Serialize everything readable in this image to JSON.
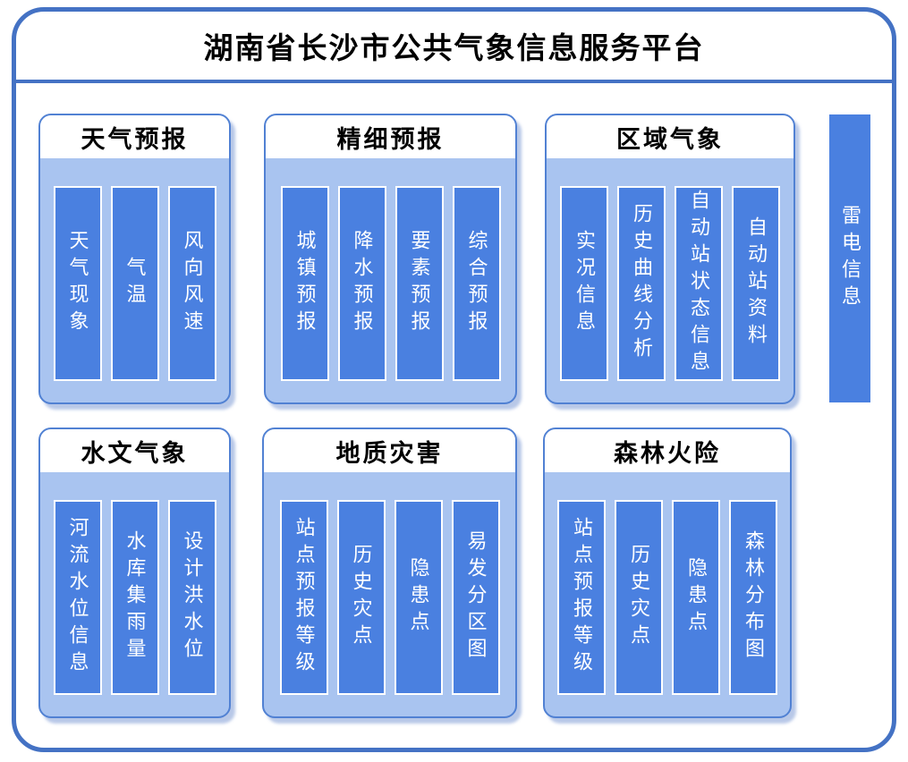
{
  "title": "湖南省长沙市公共气象信息服务平台",
  "colors": {
    "outer_border": "#4472c4",
    "panel_background": "#a9c4f0",
    "panel_border": "#5181d3",
    "bar_fill": "#4a80e0",
    "bar_border": "#ffffff",
    "header_background": "#ffffff",
    "title_text": "#000000",
    "bar_text": "#ffffff"
  },
  "panels": [
    {
      "label": "天气预报",
      "items": [
        "天气现象",
        "气温",
        "风向风速"
      ]
    },
    {
      "label": "精细预报",
      "items": [
        "城镇预报",
        "降水预报",
        "要素预报",
        "综合预报"
      ]
    },
    {
      "label": "区域气象",
      "items": [
        "实况信息",
        "历史曲线分析",
        "自动站状态信息",
        "自动站资料"
      ]
    },
    {
      "label": "水文气象",
      "items": [
        "河流水位信息",
        "水库集雨量",
        "设计洪水位"
      ]
    },
    {
      "label": "地质灾害",
      "items": [
        "站点预报等级",
        "历史灾点",
        "隐患点",
        "易发分区图"
      ]
    },
    {
      "label": "森林火险",
      "items": [
        "站点预报等级",
        "历史灾点",
        "隐患点",
        "森林分布图"
      ]
    }
  ],
  "side_bar": {
    "label": "雷电信息"
  }
}
